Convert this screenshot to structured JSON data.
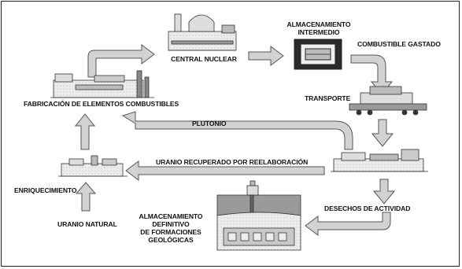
{
  "labels": {
    "central_nuclear": "CENTRAL NUCLEAR",
    "almacenamiento_intermedio_1": "ALMACENAMIENTO",
    "almacenamiento_intermedio_2": "INTERMEDIO",
    "combustible_gastado": "COMBUSTIBLE GASTADO",
    "fabricacion": "FABRICACIÓN DE ELEMENTOS COMBUSTIBLES",
    "transporte": "TRANSPORTE",
    "plutonio": "PLUTONIO",
    "uranio_recuperado": "URANIO RECUPERADO POR REELABORACIÓN",
    "enriquecimiento": "ENRIQUECIMIENTO",
    "desechos": "DESECHOS DE ACTIVIDAD",
    "uranio_natural": "URANIO NATURAL",
    "almacenamiento_definitivo_1": "ALMACENAMIENTO",
    "almacenamiento_definitivo_2": "DEFINITIVO",
    "almacenamiento_definitivo_3": "DE FORMACIONES",
    "almacenamiento_definitivo_4": "GEOLÓGICAS"
  },
  "colors": {
    "arrow_fill": "#d2d2d2",
    "arrow_stroke": "#555555",
    "facility_fill": "#e6e6e6",
    "facility_dark": "#3a3a3a",
    "text": "#111111"
  },
  "icons": [
    "nuclear-plant-icon",
    "storage-facility-icon",
    "transport-truck-icon",
    "fuel-factory-icon",
    "enrichment-plant-icon",
    "reprocessing-plant-icon",
    "geological-repository-icon"
  ]
}
